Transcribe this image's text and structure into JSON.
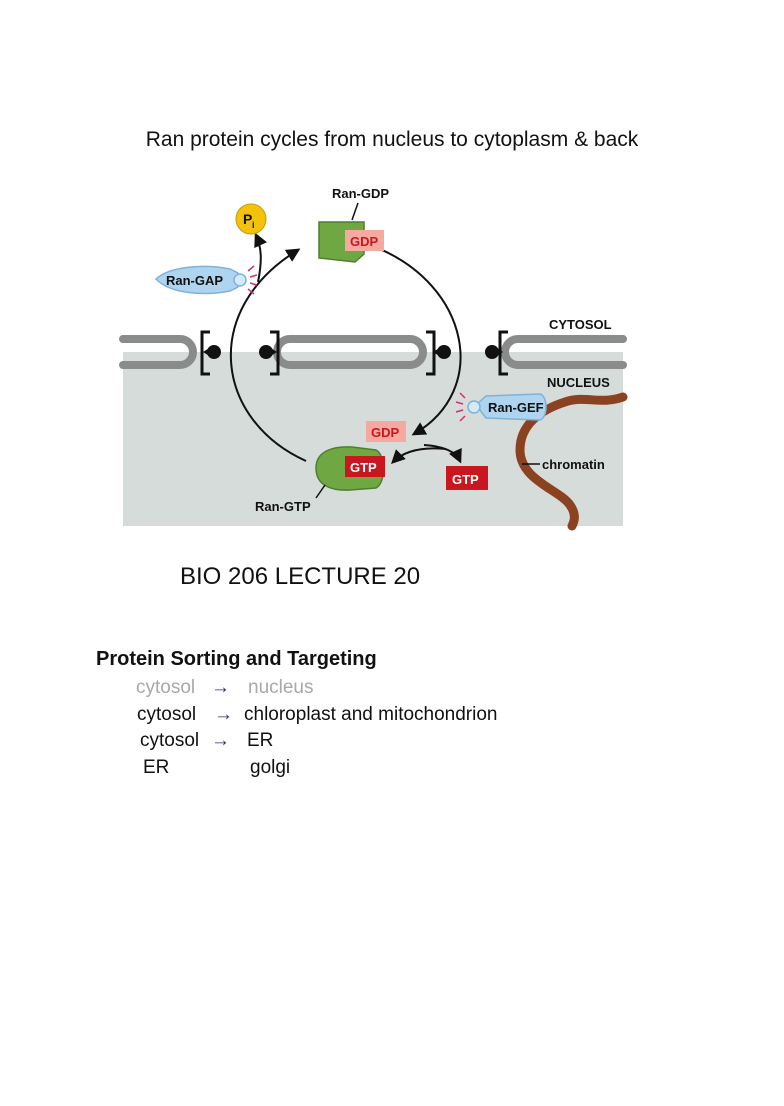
{
  "slide": {
    "title": "Ran protein cycles from nucleus to cytoplasm & back",
    "lecture": "BIO 206 LECTURE 20"
  },
  "diagram": {
    "compartments": {
      "cytosol": "CYTOSOL",
      "nucleus": "NUCLEUS"
    },
    "ran_gdp_label": "Ran-GDP",
    "ran_gtp_label": "Ran-GTP",
    "ran_gap_label": "Ran-GAP",
    "ran_gef_label": "Ran-GEF",
    "chromatin_label": "chromatin",
    "gdp_badge": "GDP",
    "gtp_badge": "GTP",
    "released_gdp": "GDP",
    "incoming_gtp": "GTP",
    "phosphate": {
      "symbol": "P",
      "subscript": "i"
    }
  },
  "sorting": {
    "heading": "Protein Sorting and Targeting",
    "rows": [
      {
        "from": "cytosol",
        "arrow": "→",
        "to": "nucleus",
        "state": "muted"
      },
      {
        "from": "cytosol",
        "arrow": "→",
        "to": "chloroplast and mitochondrion",
        "state": "active"
      },
      {
        "from": "cytosol",
        "arrow": "→",
        "to": "ER",
        "state": "active"
      },
      {
        "from": "ER",
        "arrow": "",
        "to": "golgi",
        "state": "active"
      }
    ]
  },
  "colors": {
    "nucleus_fill": "#d6dcd9",
    "membrane": "#8a8c8c",
    "ran_green": "#6fa843",
    "gtp_red": "#c8171e",
    "gdp_pink": "#f6a9a0",
    "phosphate_yellow": "#f2c20c",
    "gap_gef_blue": "#aed4ef",
    "chromatin_brown": "#8b4220",
    "arrow_navy": "#2b2f73"
  }
}
